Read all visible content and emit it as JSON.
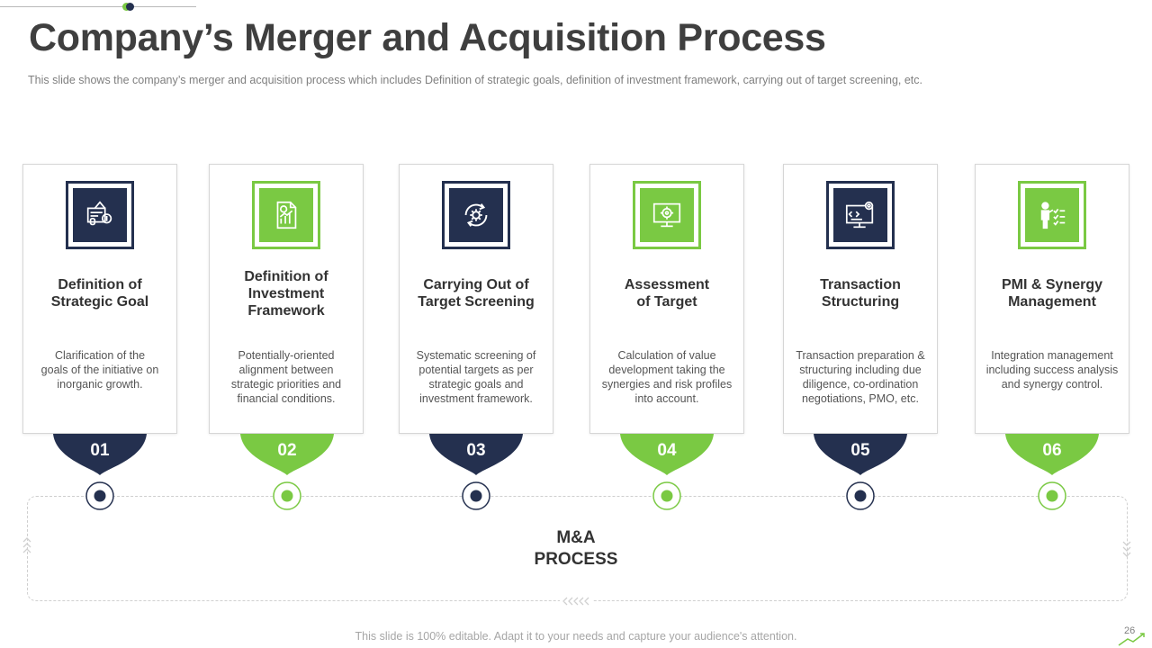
{
  "page": {
    "title": "Company’s Merger and Acquisition Process",
    "subtitle": "This slide shows the company’s merger and acquisition process which includes Definition of strategic goals, definition of investment framework, carrying out of target screening, etc.",
    "footer": "This slide is 100% editable. Adapt it to your needs and capture your audience's attention.",
    "page_number": "26"
  },
  "colors": {
    "navy": "#24304f",
    "green": "#7ac943",
    "text": "#333333",
    "muted": "#7f7f7f"
  },
  "steps": [
    {
      "number": "01",
      "title": "Definition of\nStrategic  Goal",
      "description": "Clarification  of the\ngoals of the initiative  on\ninorganic growth.",
      "icon": "strategy-document-icon",
      "color": "navy"
    },
    {
      "number": "02",
      "title": "Definition of\nInvestment\nFramework",
      "description": "Potentially-oriented\nalignment  between\nstrategic priorities and\nfinancial conditions.",
      "icon": "report-chart-icon",
      "color": "green"
    },
    {
      "number": "03",
      "title": "Carrying Out of\nTarget Screening",
      "description": "Systematic screening of\npotential targets as per\nstrategic goals and\ninvestment framework.",
      "icon": "gear-cycle-icon",
      "color": "navy"
    },
    {
      "number": "04",
      "title": "Assessment\nof Target",
      "description": "Calculation of value\ndevelopment  taking the\nsynergies and risk profiles\ninto account.",
      "icon": "monitor-target-icon",
      "color": "green"
    },
    {
      "number": "05",
      "title": "Transaction\nStructuring",
      "description": "Transaction preparation  &\nstructuring including due\ndiligence,  co-ordination\nnegotiations, PMO, etc.",
      "icon": "monitor-code-icon",
      "color": "navy"
    },
    {
      "number": "06",
      "title": "PMI & Synergy\nManagement",
      "description": "Integration management\nincluding success analysis\nand synergy control.",
      "icon": "person-checklist-icon",
      "color": "green"
    }
  ],
  "process": {
    "label": "M&A\nPROCESS"
  }
}
